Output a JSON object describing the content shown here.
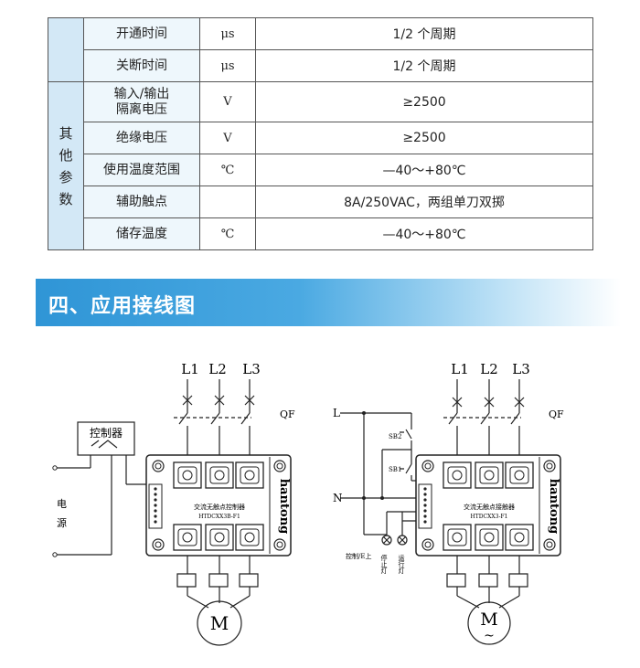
{
  "table": {
    "rows": [
      {
        "name": "开通时间",
        "unit": "μs",
        "value": "1/2 个周期"
      },
      {
        "name": "关断时间",
        "unit": "μs",
        "value": "1/2 个周期"
      },
      {
        "group": [
          "其",
          "他",
          "参",
          "数"
        ],
        "name": "输入/输出\n隔离电压",
        "unit": "V",
        "value": "≥2500"
      },
      {
        "name": "绝缘电压",
        "unit": "V",
        "value": "≥2500"
      },
      {
        "name": "使用温度范围",
        "unit": "℃",
        "value": "—40～+80℃"
      },
      {
        "name": "辅助触点",
        "unit": "",
        "value": "8A/250VAC，两组单刀双掷"
      },
      {
        "name": "储存温度",
        "unit": "℃",
        "value": "—40～+80℃"
      }
    ]
  },
  "section_title": "四、应用接线图",
  "diagram_left": {
    "phases": [
      "L1",
      "L2",
      "L3"
    ],
    "breaker": "QF",
    "controller": "控制器",
    "power_label": [
      "电",
      "源"
    ],
    "module_title": "交流无触点控制器",
    "module_model": "HTDCXX3B-F1",
    "brand": "hantong",
    "motor": "M"
  },
  "diagram_right": {
    "phases": [
      "L1",
      "L2",
      "L3"
    ],
    "breaker": "QF",
    "line_l": "L",
    "line_n": "N",
    "sb_stop": "SB2",
    "sb_start": "SB1",
    "module_title": "交流无触点接触器",
    "module_model": "HTDCXX3-F1",
    "brand": "hantong",
    "motor": "M",
    "motor_tilde": "~",
    "label_control": "控制/E上",
    "label_stop_lamp": "停止灯",
    "label_run_lamp": "运行灯"
  }
}
